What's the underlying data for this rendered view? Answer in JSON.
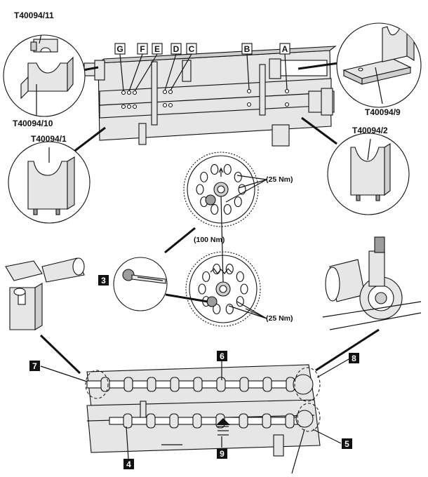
{
  "tools": {
    "t11": "T40094/11",
    "t10": "T40094/10",
    "t9": "T40094/9",
    "t1": "T40094/1",
    "t2": "T40094/2"
  },
  "bearing_letters": [
    "G",
    "F",
    "E",
    "D",
    "C",
    "B",
    "A"
  ],
  "torques": {
    "upper": "(25 Nm)",
    "center": "(100 Nm)",
    "lower": "(25 Nm)"
  },
  "callouts": {
    "c3": "3",
    "c4": "4",
    "c5": "5",
    "c6": "6",
    "c7": "7",
    "c8": "8",
    "c9": "9"
  },
  "colors": {
    "ink": "#111111",
    "part_fill": "#e6e6e6",
    "callout_fill": "#111111"
  }
}
